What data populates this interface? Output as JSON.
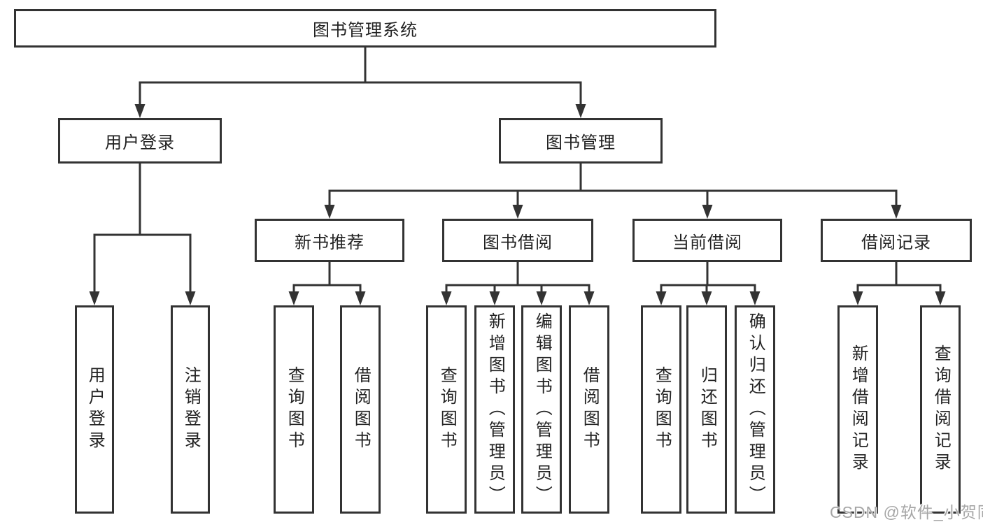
{
  "diagram": {
    "background": "#ffffff",
    "line_color": "#333333",
    "text_color": "#222222",
    "watermark": {
      "text": "CSDN @软件_小贺同学",
      "color": "#a6a6a6"
    }
  },
  "nodes": {
    "root": {
      "label": "图书管理系统"
    },
    "user_login": {
      "label": "用户登录"
    },
    "book_mgmt": {
      "label": "图书管理"
    },
    "new_book": {
      "label": "新书推荐"
    },
    "book_borrow": {
      "label": "图书借阅"
    },
    "current_borrow": {
      "label": "当前借阅"
    },
    "borrow_record": {
      "label": "借阅记录"
    },
    "ul_user_login": {
      "label": "用户登录"
    },
    "ul_logout": {
      "label": "注销登录"
    },
    "nb_query_books": {
      "label": "查询图书"
    },
    "nb_borrow_books": {
      "label": "借阅图书"
    },
    "bb_query_books": {
      "label": "查询图书"
    },
    "bb_add_books": {
      "label": "新增图书（管理员）"
    },
    "bb_edit_books": {
      "label": "编辑图书（管理员）"
    },
    "bb_borrow_books": {
      "label": "借阅图书"
    },
    "cb_query_books": {
      "label": "查询图书"
    },
    "cb_return_books": {
      "label": "归还图书"
    },
    "cb_confirm_return": {
      "label": "确认归还（管理员）"
    },
    "br_add_record": {
      "label": "新增借阅记录"
    },
    "br_query_record": {
      "label": "查询借阅记录"
    }
  },
  "hierarchy": {
    "图书管理系统": {
      "用户登录": [
        "用户登录",
        "注销登录"
      ],
      "图书管理": {
        "新书推荐": [
          "查询图书",
          "借阅图书"
        ],
        "图书借阅": [
          "查询图书",
          "新增图书（管理员）",
          "编辑图书（管理员）",
          "借阅图书"
        ],
        "当前借阅": [
          "查询图书",
          "归还图书",
          "确认归还（管理员）"
        ],
        "借阅记录": [
          "新增借阅记录",
          "查询借阅记录"
        ]
      }
    }
  }
}
